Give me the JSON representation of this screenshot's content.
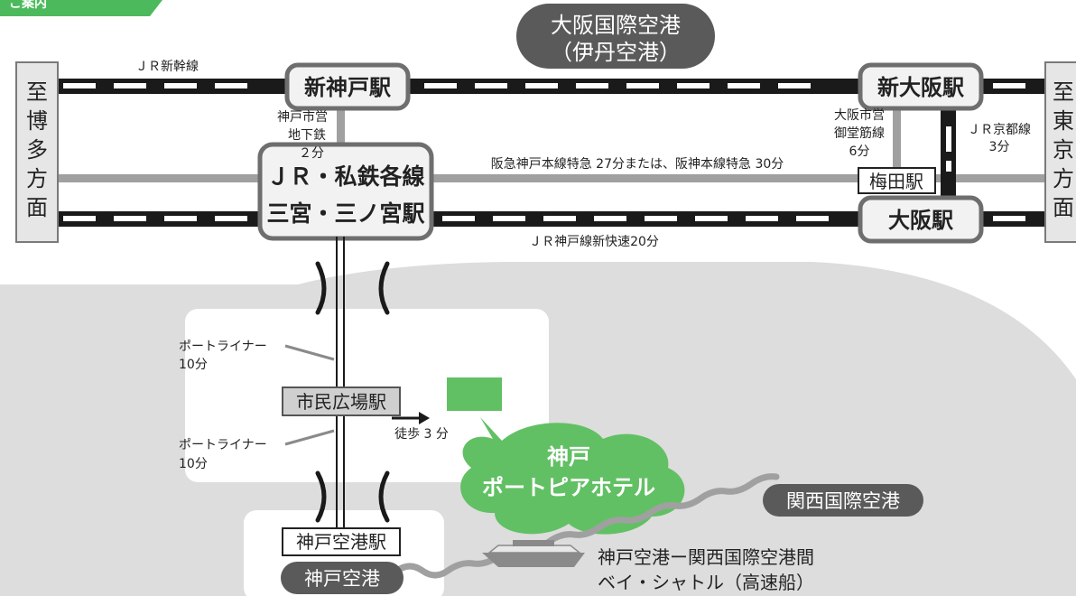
{
  "header": {
    "tab_label": "ご案内"
  },
  "colors": {
    "accent_green": "#4cba5c",
    "hotel_green": "#62c064",
    "dark_gray": "#5a5a5a",
    "line_gray": "#a0a0a0",
    "land_gray": "#dddddd",
    "rail_black": "#1a1a1a"
  },
  "places": {
    "itami_airport_line1": "大阪国際空港",
    "itami_airport_line2": "（伊丹空港）",
    "left_terminus": [
      "至",
      "博",
      "多",
      "方",
      "面"
    ],
    "right_terminus": [
      "至",
      "東",
      "京",
      "方",
      "面"
    ],
    "kansai_airport": "関西国際空港",
    "kobe_airport": "神戸空港"
  },
  "stations": {
    "shin_kobe": "新神戸駅",
    "shin_osaka": "新大阪駅",
    "sannomiya_line1": "ＪＲ・私鉄各線",
    "sannomiya_line2": "三宮・三ノ宮駅",
    "osaka": "大阪駅",
    "umeda": "梅田駅",
    "shimin_hiroba": "市民広場駅",
    "kobe_airport_station": "神戸空港駅"
  },
  "routes": {
    "jr_shinkansen": "ＪＲ新幹線",
    "kobe_subway": [
      "神戸市営",
      "地下鉄",
      "２分"
    ],
    "osaka_subway": [
      "大阪市営",
      "御堂筋線",
      "6分"
    ],
    "jr_kyoto_line": [
      "ＪＲ京都線",
      "3分"
    ],
    "hankyu_hanshin": "阪急神戸本線特急 27分または、阪神本線特急 30分",
    "jr_kobe_line": "ＪＲ神戸線新快速20分",
    "port_liner_1": [
      "ポートライナー",
      "10分"
    ],
    "port_liner_2": [
      "ポートライナー",
      "10分"
    ],
    "walk": "徒歩 3 分",
    "bay_shuttle": [
      "神戸空港ー関西国際空港間",
      "ベイ・シャトル（高速船）"
    ]
  },
  "hotel": {
    "line1": "神戸",
    "line2": "ポートピアホテル"
  }
}
